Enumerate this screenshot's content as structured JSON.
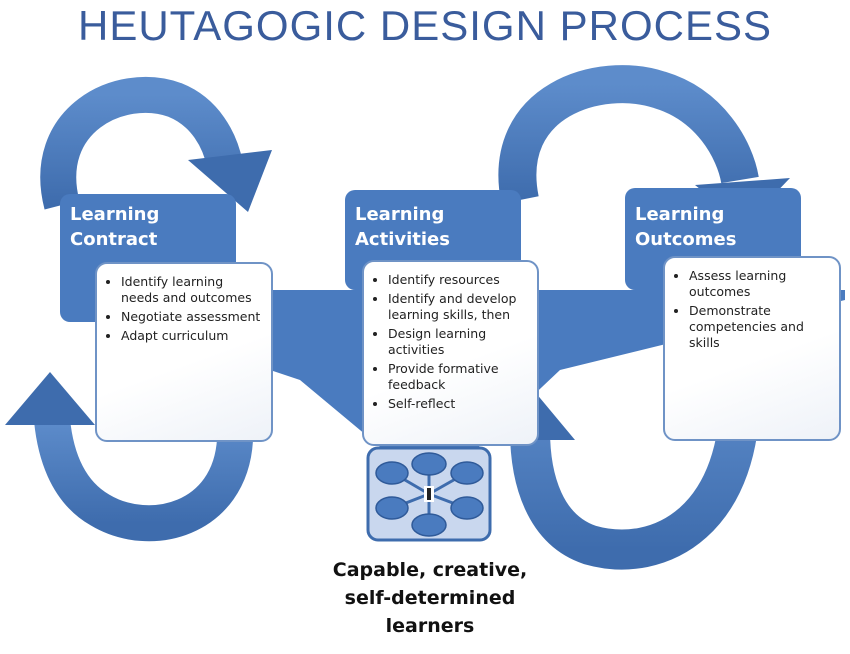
{
  "title": "HEUTAGOGIC DESIGN PROCESS",
  "stages": [
    {
      "heading": [
        "Learning",
        "Contract"
      ],
      "items": [
        "Identify learning needs and outcomes",
        "Negotiate assessment",
        "Adapt curriculum"
      ]
    },
    {
      "heading": [
        "Learning",
        "Activities"
      ],
      "items": [
        "Identify resources",
        "Identify and develop learning skills, then",
        "Design learning activities",
        "Provide formative feedback",
        "Self-reflect"
      ]
    },
    {
      "heading": [
        "Learning",
        "Outcomes"
      ],
      "items": [
        "Assess learning outcomes",
        "Demonstrate competencies and skills"
      ]
    }
  ],
  "caption": [
    "Capable, creative,",
    "self-determined",
    "learners"
  ],
  "colors": {
    "blue": "#4a7bbf",
    "dark_blue": "#3a63a3",
    "title": "#3a5c9c"
  }
}
